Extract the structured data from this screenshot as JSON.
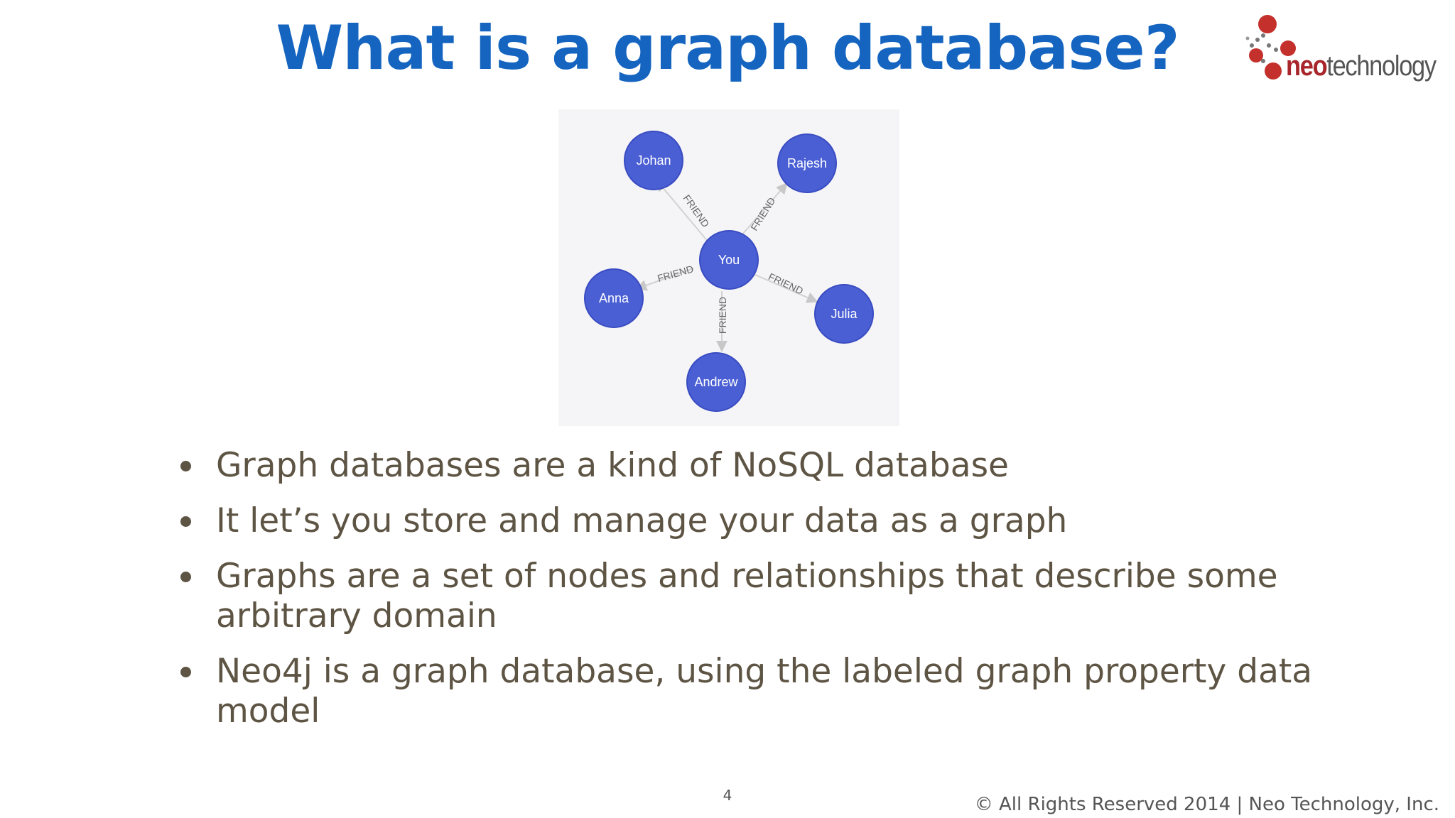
{
  "slide": {
    "title": "What is a graph database?",
    "logo": {
      "neo": "neo",
      "tech": "technology"
    },
    "bullets": [
      "Graph databases are a kind of NoSQL database",
      "It let’s you store and manage your data as a graph",
      "Graphs are a set of nodes and relationships that describe some arbitrary domain",
      "Neo4j is a graph database, using the labeled graph property data model"
    ],
    "page_number": "4",
    "copyright": "© All Rights Reserved 2014 | Neo Technology, Inc."
  },
  "graph": {
    "center": "You",
    "nodes": [
      "Johan",
      "Rajesh",
      "Anna",
      "Julia",
      "Andrew"
    ],
    "relationship": "FRIEND"
  },
  "colors": {
    "title": "#1565c0",
    "bullet_text": "#5d5444",
    "node_fill": "#4a5fd4",
    "logo_red": "#a8262b"
  }
}
